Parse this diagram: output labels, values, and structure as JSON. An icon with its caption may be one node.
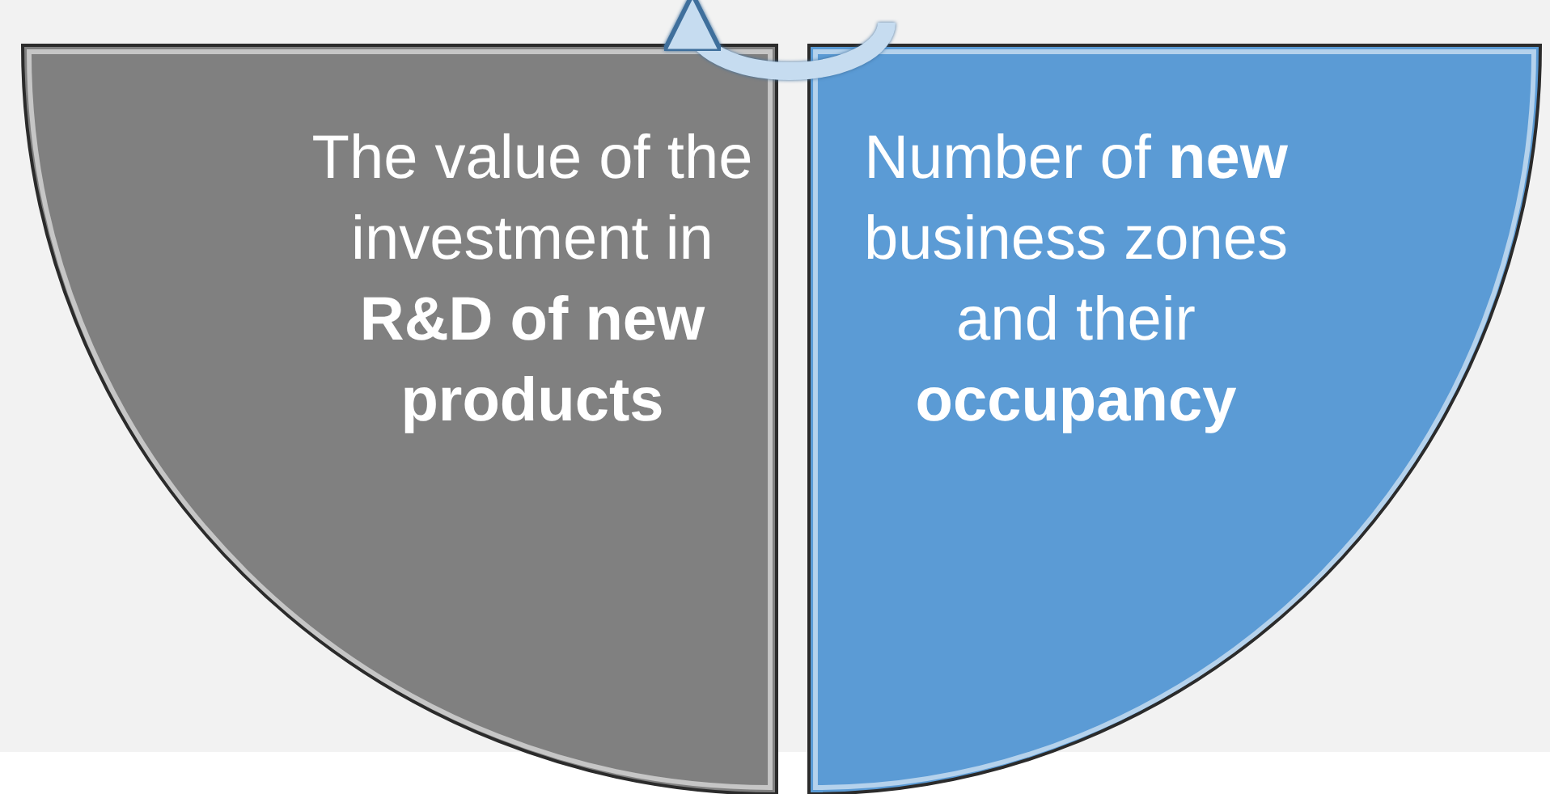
{
  "diagram": {
    "nodes": [
      {
        "text": [
          "The value of the investment in **R&D of new products**"
        ]
      },
      {
        "text": [
          "Number of **new** business zones and their **occupancy**"
        ]
      }
    ],
    "edges": [
      {
        "from": 1,
        "to": 0,
        "arrow": "to"
      }
    ]
  }
}
